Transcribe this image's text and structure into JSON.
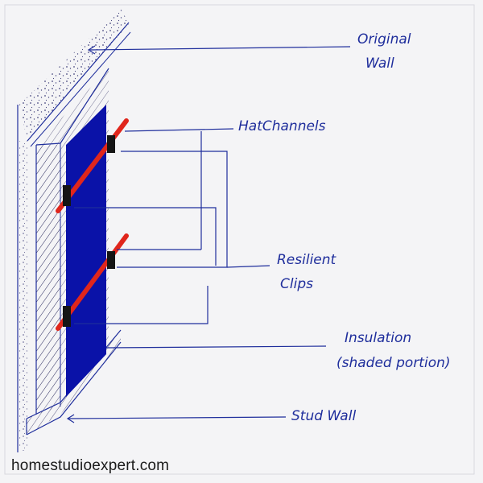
{
  "labels": {
    "original_wall_line1": "Original",
    "original_wall_line2": "Wall",
    "hat_channels": "HatChannels",
    "resilient_line1": "Resilient",
    "resilient_line2": "Clips",
    "insulation_line1": "Insulation",
    "insulation_line2": "(shaded portion)",
    "stud_wall": "Stud Wall"
  },
  "brand": "homestudioexpert.com",
  "colors": {
    "ink": "#1f2e9c",
    "paper_bg": "#f4f4f6",
    "insulation_fill": "#0a12a8",
    "hat_channel": "#e0261c",
    "clip": "#151515"
  }
}
